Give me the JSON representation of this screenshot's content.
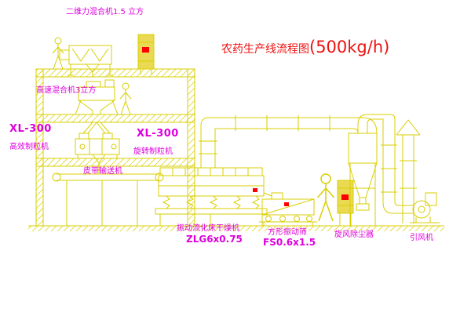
{
  "title": {
    "text": "农药生产线流程图",
    "rate": "(500kg/h)"
  },
  "labels": {
    "top_mixer": "二维力混合机1.5 立方",
    "mixer2": "高速混合机3立方",
    "granulator_left_model": "XL-300",
    "granulator_left_name": "高效制粒机",
    "granulator_mid_model": "XL-300",
    "granulator_mid_name": "旋转制粒机",
    "conveyor": "皮带输送机",
    "dryer_name": "振动流化床干燥机",
    "dryer_model": "ZLG6x0.75",
    "screen_name": "方形振动筛",
    "screen_model": "FS0.6x1.5",
    "cyclone": "旋风除尘器",
    "fan": "引风机"
  },
  "colors": {
    "line_yellow": "#d9cf00",
    "label_magenta": "#dd00dd",
    "title_red": "#ee1111",
    "indicator_red": "#ff0000",
    "cabinet_fill": "#ead952",
    "background": "#ffffff"
  },
  "icons": {
    "operator_figure": "human-silhouette",
    "indicator_dot": "red-status-square"
  }
}
